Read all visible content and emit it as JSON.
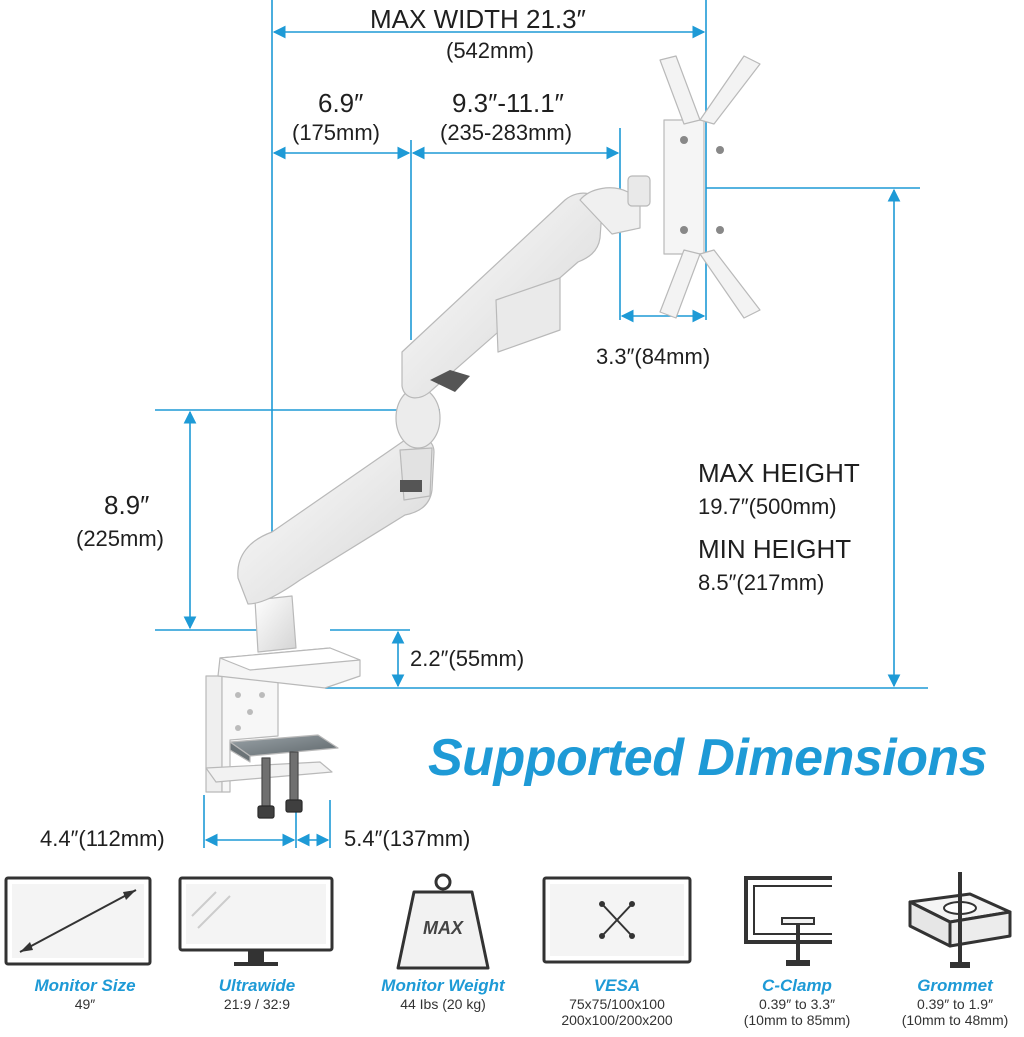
{
  "dimensions": {
    "max_width_title": "MAX WIDTH 21.3″",
    "max_width_mm": "(542mm)",
    "arm1_in": "6.9″",
    "arm1_mm": "(175mm)",
    "arm2_in": "9.3″-11.1″",
    "arm2_mm": "(235-283mm)",
    "vesa_offset": "3.3″(84mm)",
    "max_height_label": "MAX HEIGHT",
    "max_height_value": "19.7″(500mm)",
    "min_height_label": "MIN HEIGHT",
    "min_height_value": "8.5″(217mm)",
    "lower_arm_in": "8.9″",
    "lower_arm_mm": "(225mm)",
    "base_height": "2.2″(55mm)",
    "clamp_depth_a": "4.4″(112mm)",
    "clamp_depth_b": "5.4″(137mm)"
  },
  "headline": "Supported Dimensions",
  "specs": [
    {
      "icon": "monitor-size-icon",
      "name": "Monitor Size",
      "lines": [
        "49″"
      ]
    },
    {
      "icon": "ultrawide-icon",
      "name": "Ultrawide",
      "lines": [
        "21:9 / 32:9"
      ]
    },
    {
      "icon": "weight-icon",
      "name": "Monitor Weight",
      "lines": [
        "44 Ibs (20 kg)"
      ],
      "badge": "MAX"
    },
    {
      "icon": "vesa-icon",
      "name": "VESA",
      "lines": [
        "75x75/100x100",
        "200x100/200x200"
      ]
    },
    {
      "icon": "c-clamp-icon",
      "name": "C-Clamp",
      "lines": [
        "0.39″ to 3.3″",
        "(10mm to 85mm)"
      ]
    },
    {
      "icon": "grommet-icon",
      "name": "Grommet",
      "lines": [
        "0.39″ to 1.9″",
        "(10mm to 48mm)"
      ]
    }
  ],
  "colors": {
    "accent": "#1e9ad6",
    "text": "#1f1f1f",
    "arm": "#f2f2f2",
    "arm_shadow": "#c9c9c9"
  }
}
